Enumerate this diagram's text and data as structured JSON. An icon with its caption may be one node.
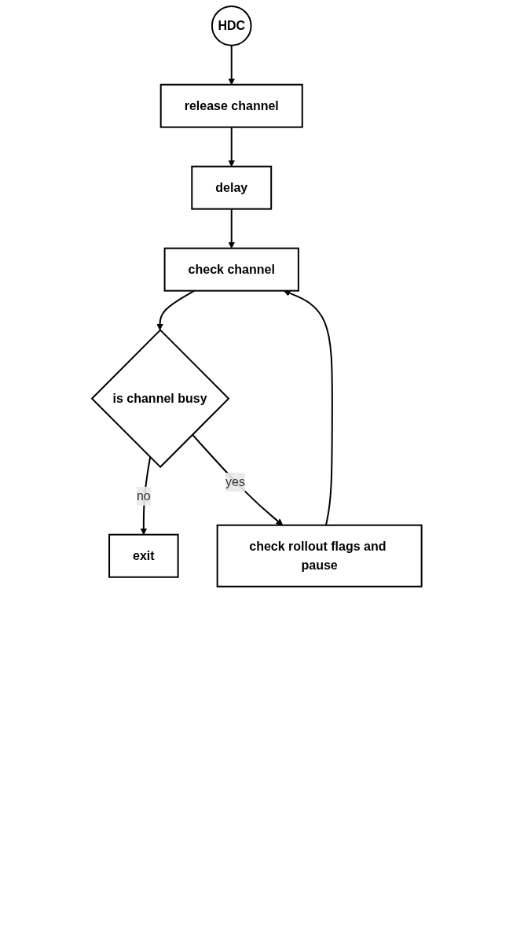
{
  "diagram": {
    "nodes": [
      {
        "text": [
          "HDC"
        ]
      },
      {
        "text": [
          "release channel"
        ]
      },
      {
        "text": [
          "delay"
        ]
      },
      {
        "text": [
          "check channel"
        ]
      },
      {
        "text": [
          "is channel busy"
        ]
      },
      {
        "text": [
          "exit"
        ]
      },
      {
        "text": [
          "check rollout flags and pause"
        ]
      }
    ],
    "edges": [
      {
        "from": 0,
        "to": 1,
        "arrow": "to"
      },
      {
        "from": 1,
        "to": 2,
        "arrow": "to"
      },
      {
        "from": 2,
        "to": 3,
        "arrow": "to"
      },
      {
        "from": 3,
        "to": 4,
        "arrow": "to"
      },
      {
        "from": 4,
        "to": 5,
        "label": "no",
        "arrow": "to"
      },
      {
        "from": 4,
        "to": 6,
        "label": "yes",
        "arrow": "to"
      },
      {
        "from": 6,
        "to": 3,
        "arrow": "to"
      }
    ]
  }
}
